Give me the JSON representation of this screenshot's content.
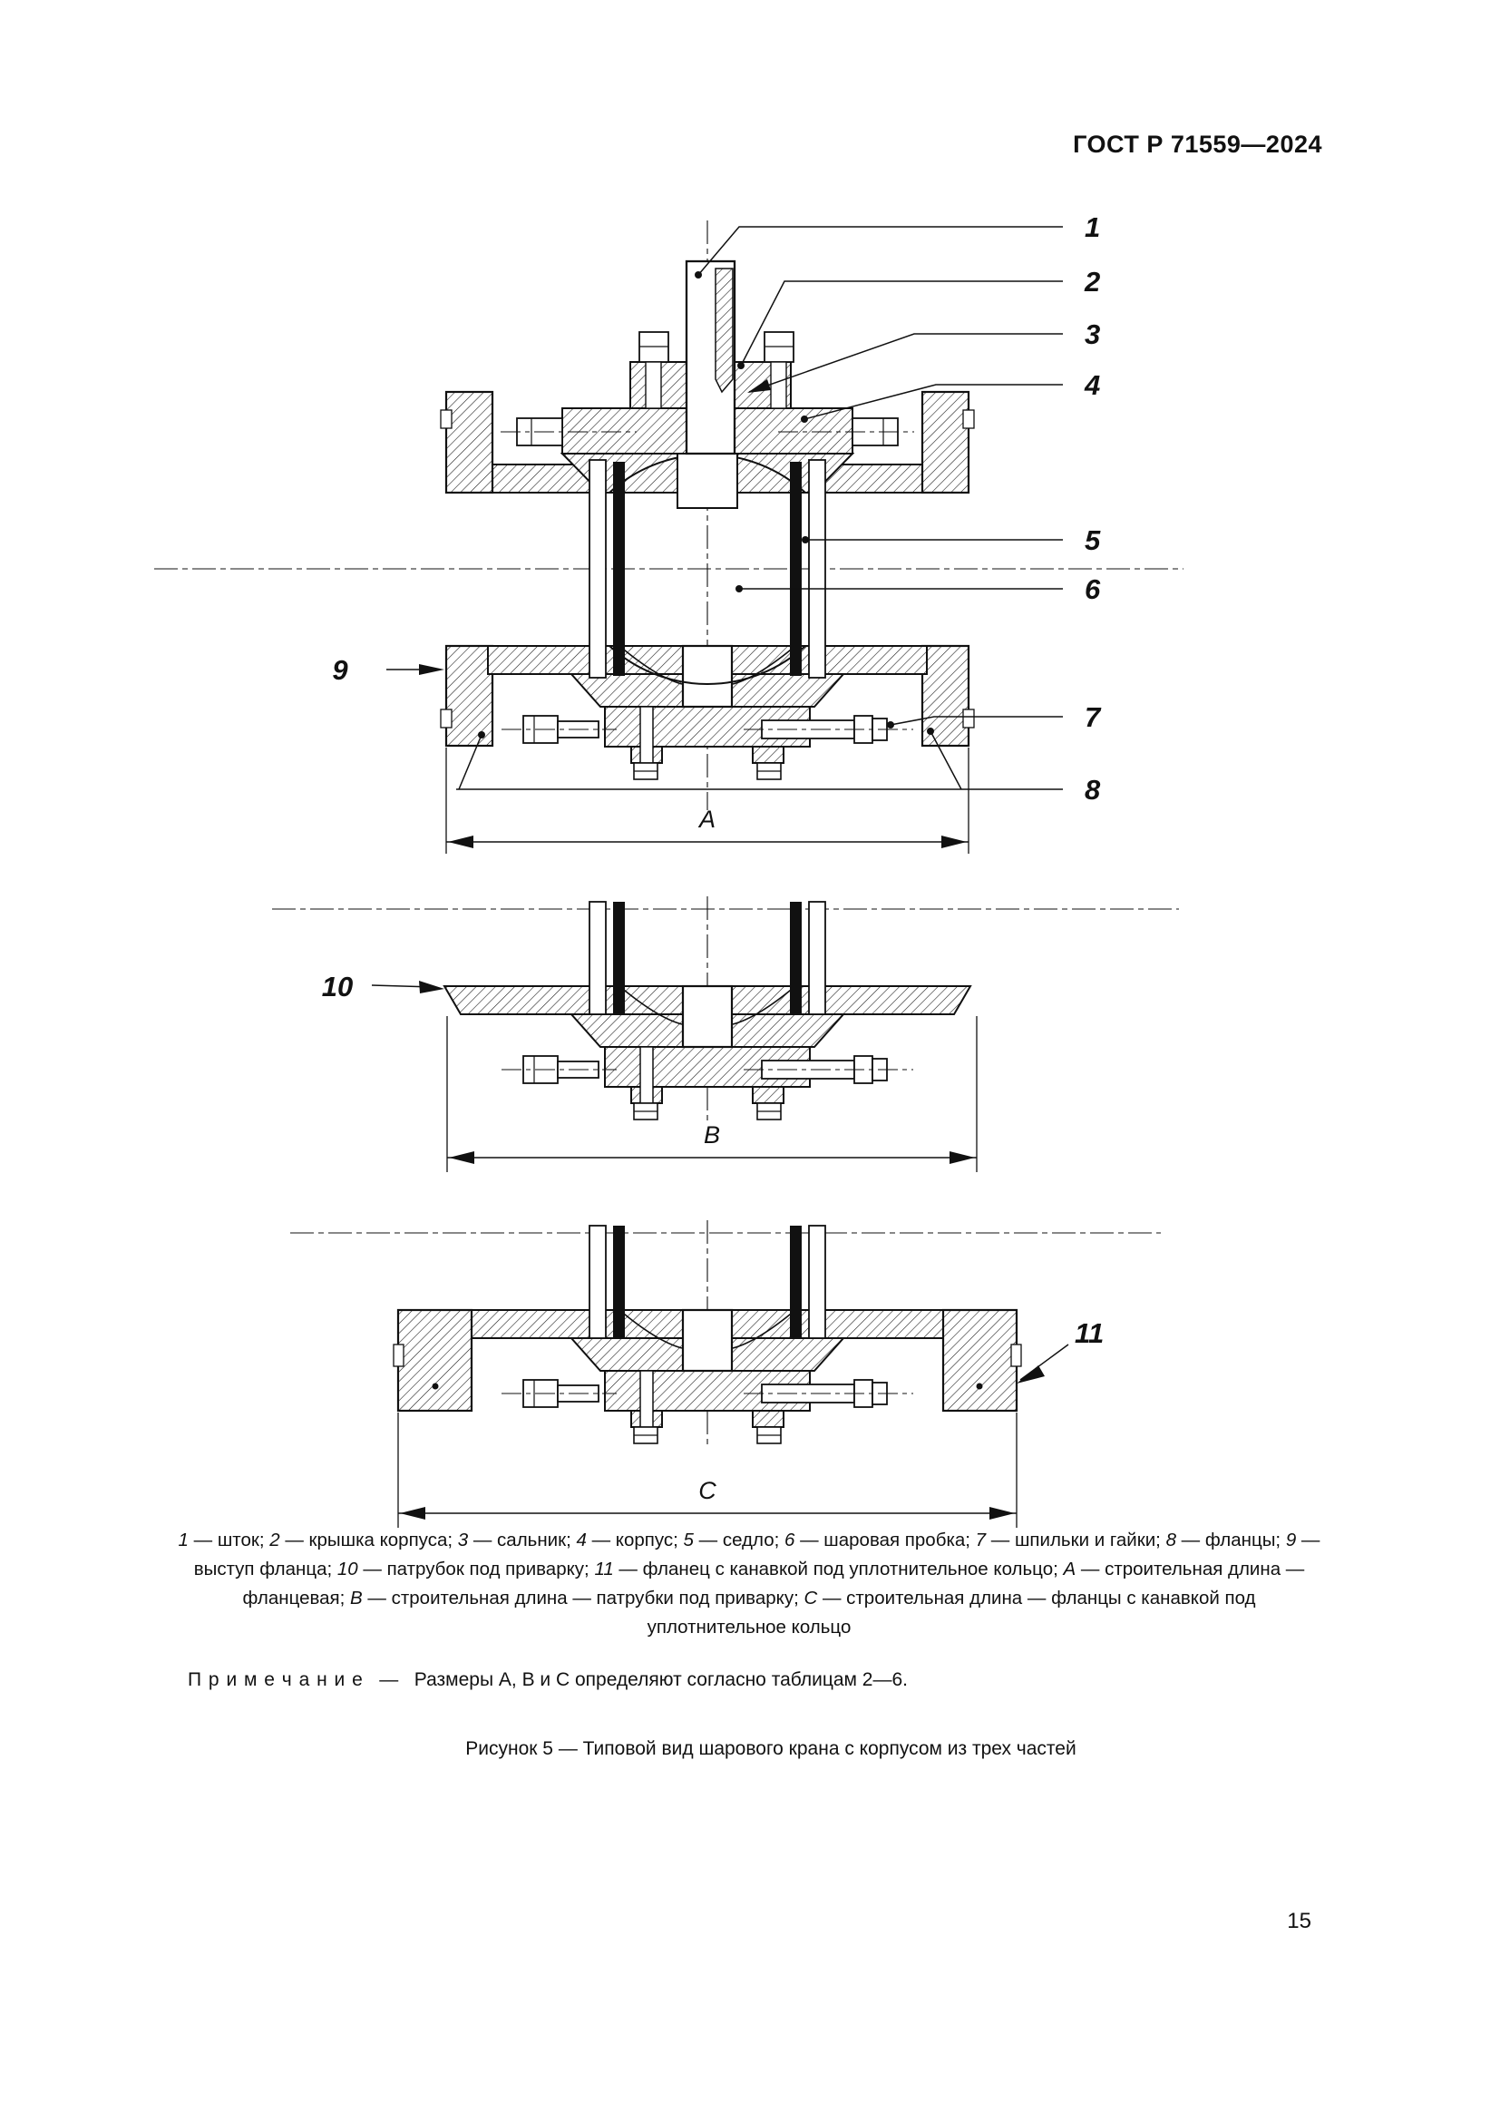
{
  "page": {
    "header": "ГОСТ Р 71559—2024",
    "page_number": "15"
  },
  "figure": {
    "callouts": {
      "c1": "1",
      "c2": "2",
      "c3": "3",
      "c4": "4",
      "c5": "5",
      "c6": "6",
      "c7": "7",
      "c8": "8",
      "c9": "9",
      "c10": "10",
      "c11": "11"
    },
    "dimensions": {
      "a": "A",
      "b": "B",
      "c": "C"
    },
    "legend_items": [
      {
        "key": "1",
        "label": "шток"
      },
      {
        "key": "2",
        "label": "крышка корпуса"
      },
      {
        "key": "3",
        "label": "сальник"
      },
      {
        "key": "4",
        "label": "корпус"
      },
      {
        "key": "5",
        "label": "седло"
      },
      {
        "key": "6",
        "label": "шаровая пробка"
      },
      {
        "key": "7",
        "label": "шпильки и гайки"
      },
      {
        "key": "8",
        "label": "фланцы"
      },
      {
        "key": "9",
        "label": "выступ фланца"
      },
      {
        "key": "10",
        "label": "патрубок под приварку"
      },
      {
        "key": "11",
        "label": "фланец с канавкой под уплотнительное кольцо"
      },
      {
        "key": "А",
        "label": "строительная длина — фланцевая"
      },
      {
        "key": "В",
        "label": "строительная длина — патрубки под приварку"
      },
      {
        "key": "С",
        "label": "строительная длина — фланцы с канавкой под уплотнительное кольцо"
      }
    ],
    "note": {
      "label": "П р и м е ч а н и е",
      "dash": "—",
      "text": "Размеры А, В и С определяют согласно таблицам 2—6."
    },
    "caption": "Рисунок 5 — Типовой вид шарового крана с корпусом из трех частей"
  }
}
